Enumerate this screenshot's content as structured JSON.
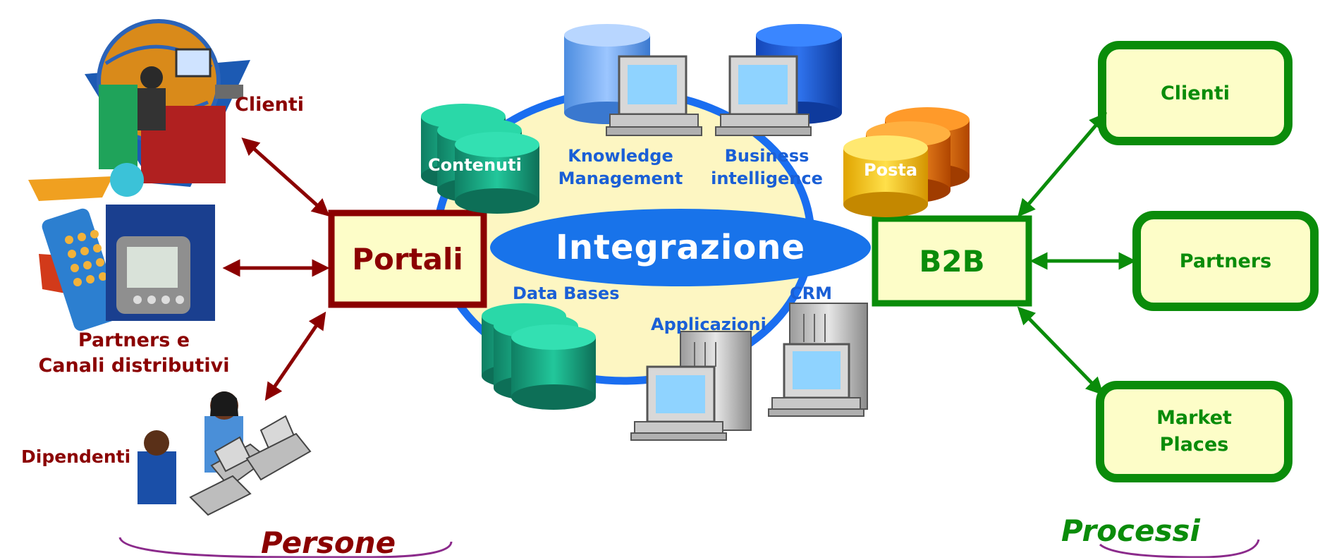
{
  "colors": {
    "people": "#8b0000",
    "process": "#0a8c0a",
    "integration": "#1a5fd6",
    "box_fill": "#fdfdc8",
    "ring_fill": "#fdf6c2",
    "curve": "#8b2a8b"
  },
  "left": {
    "clienti": "Clienti",
    "partners_line1": "Partners e",
    "partners_line2": "Canali distributivi",
    "dipendenti": "Dipendenti",
    "footer": "Persone",
    "icons": [
      "globe-computer-user-icon",
      "mobile-devices-icon",
      "office-workers-icon"
    ]
  },
  "portali": "Portali",
  "b2b": "B2B",
  "center": {
    "integrazione": "Integrazione",
    "contenuti": "Contenuti",
    "km_line1": "Knowledge",
    "km_line2": "Management",
    "bi_line1": "Business",
    "bi_line2": "intelligence",
    "posta": "Posta",
    "data_bases": "Data Bases",
    "applicazioni": "Applicazioni",
    "crm": "CRM"
  },
  "right": {
    "clienti": "Clienti",
    "partners": "Partners",
    "market_line1": "Market",
    "market_line2": "Places",
    "footer": "Processi"
  }
}
